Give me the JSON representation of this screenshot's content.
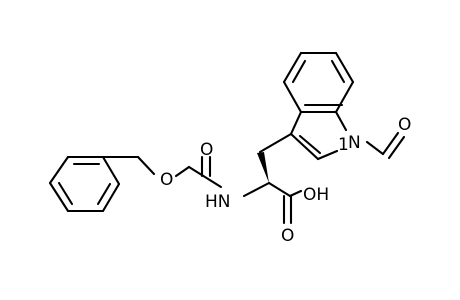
{
  "labels": {
    "carbonyl_oxygen": "O",
    "ester_oxygen": "O",
    "amide_nh": "HN",
    "hydroxyl": "OH",
    "acid_oxygen": "O",
    "indole_n": "N",
    "formyl_oxygen": "O",
    "indole_n_locant": "1"
  },
  "colors": {
    "ink": "#000000",
    "background": "#ffffff"
  }
}
